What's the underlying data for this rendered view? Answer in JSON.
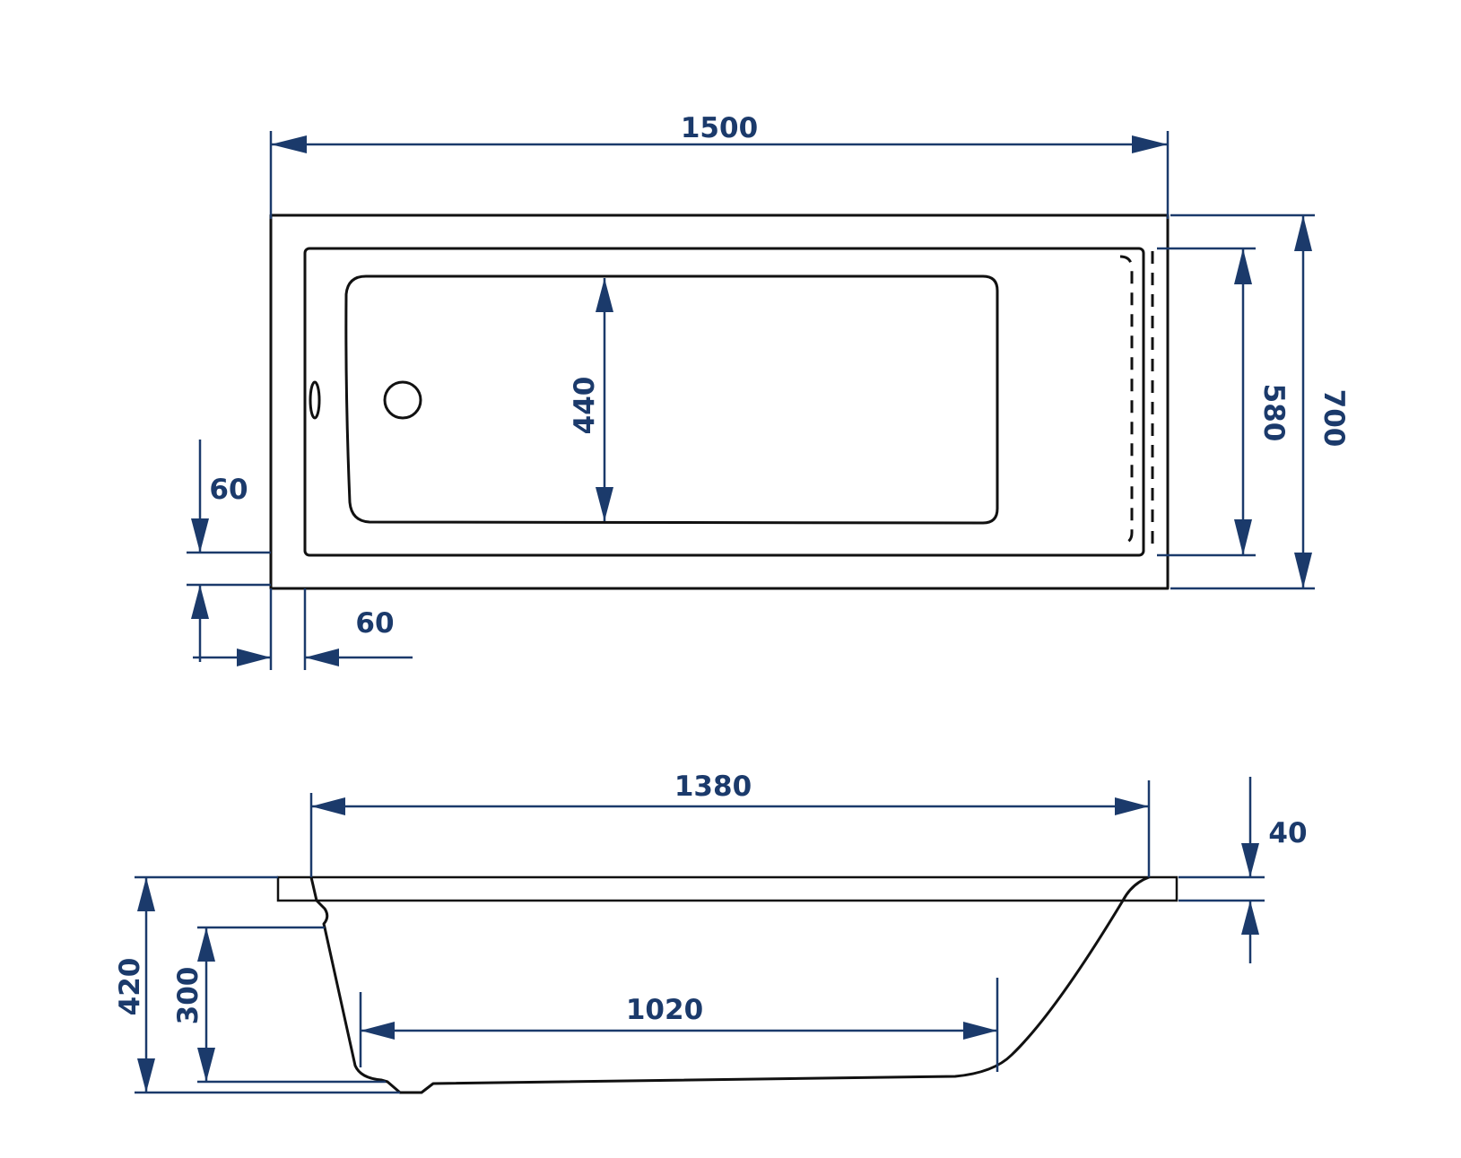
{
  "colors": {
    "dimension": "#1b3a6b",
    "outline": "#111111",
    "background": "#ffffff"
  },
  "top_view": {
    "overall_length": "1500",
    "overall_width": "700",
    "inner_width": "580",
    "basin_width": "440",
    "rim_side": "60",
    "rim_end": "60"
  },
  "side_view": {
    "inner_length": "1380",
    "bottom_length": "1020",
    "total_height": "420",
    "inner_depth": "300",
    "rim_thickness": "40"
  }
}
